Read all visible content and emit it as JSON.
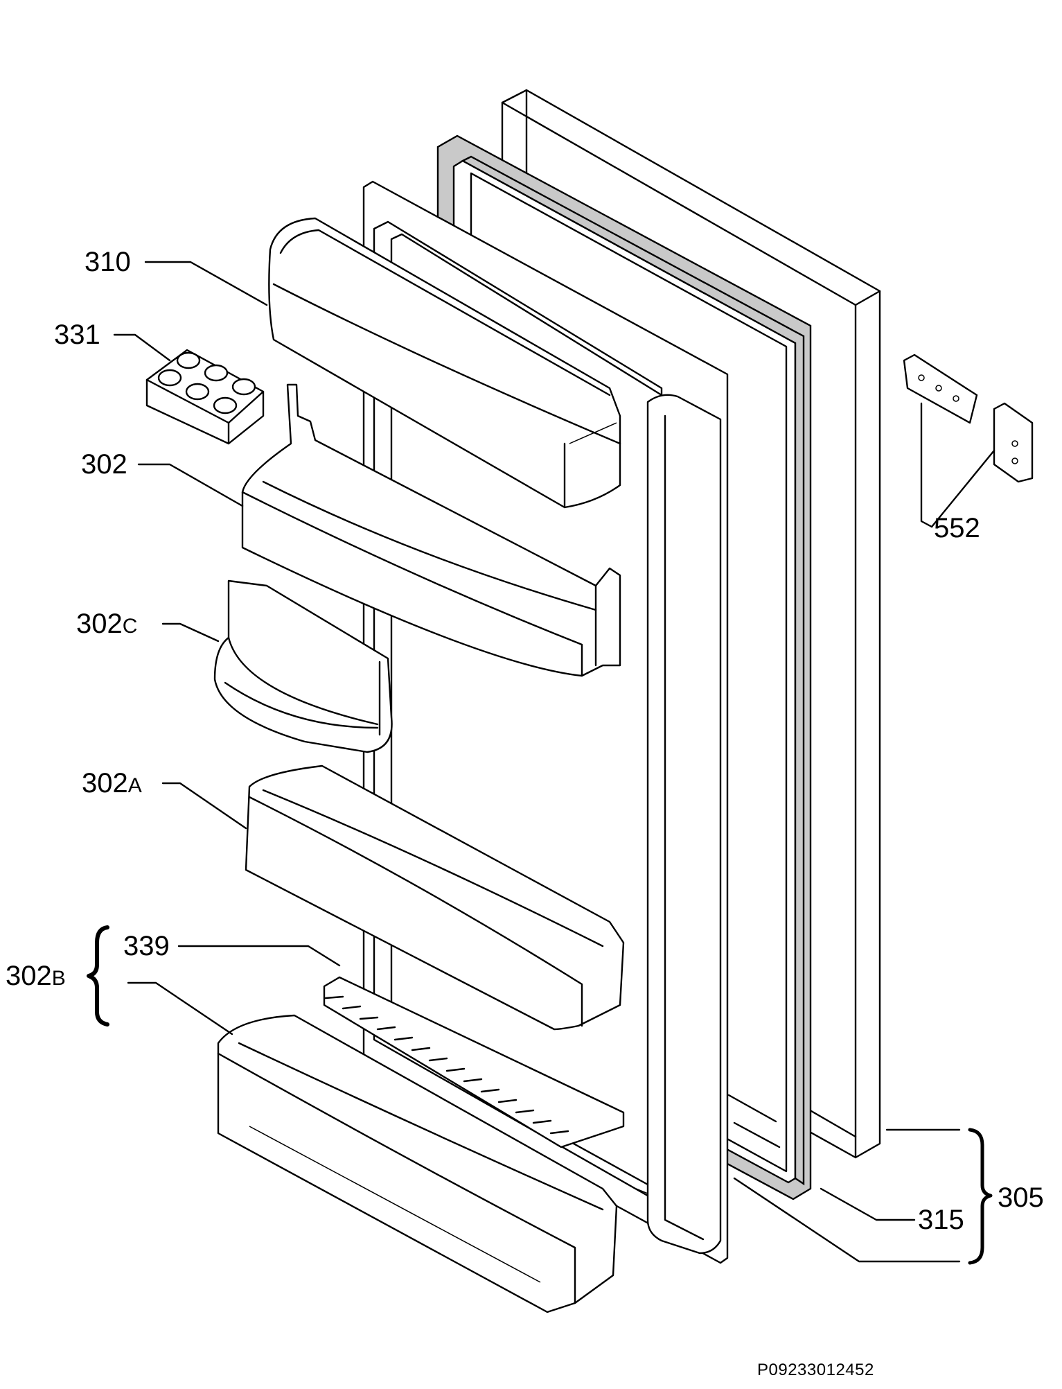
{
  "callouts": {
    "c310": "310",
    "c331": "331",
    "c302": "302",
    "c302c_num": "302",
    "c302c_suf": "C",
    "c302a_num": "302",
    "c302a_suf": "A",
    "c339": "339",
    "c302b_num": "302",
    "c302b_suf": "B",
    "c552": "552",
    "c315": "315",
    "c305": "305"
  },
  "drawing_code": "P09233012452"
}
